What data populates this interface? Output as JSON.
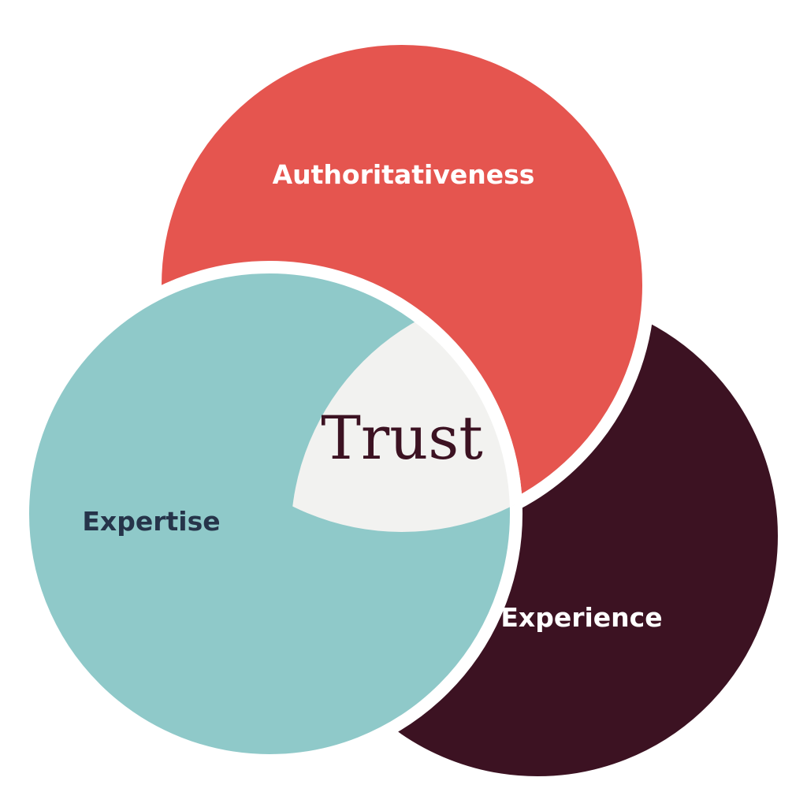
{
  "diagram": {
    "circles": {
      "authoritativeness": {
        "label": "Authoritativeness",
        "fill": "#e5554f",
        "text_color": "#ffffff"
      },
      "expertise": {
        "label": "Expertise",
        "fill": "#8fc9c9",
        "text_color": "#26344a"
      },
      "experience": {
        "label": "Experience",
        "fill": "#3c1222",
        "text_color": "#ffffff"
      }
    },
    "center": {
      "label": "Trust",
      "fill": "#f2f2f0",
      "text_color": "#3c1222"
    }
  }
}
